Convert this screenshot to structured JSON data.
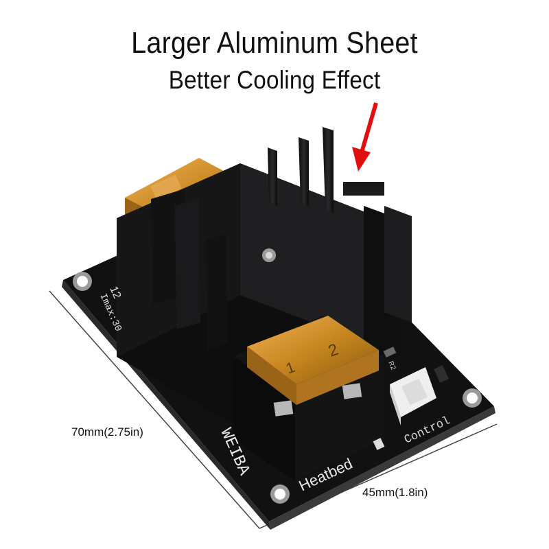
{
  "headline": {
    "line1": "Larger Aluminum Sheet",
    "line2": "Better Cooling Effect"
  },
  "dimensions": {
    "length": "70mm(2.75in)",
    "width": "45mm(1.8in)"
  },
  "board_print": {
    "brand": "WEIBA",
    "heatbed_label": "Heatbed",
    "control_label": "Control",
    "voltage_text": "12",
    "current_text": "Imax:30",
    "fuse_number_1": "1",
    "fuse_number_2": "2",
    "resistor_label": "R2"
  },
  "colors": {
    "arrow": "#e01010",
    "board": "#111111",
    "heatsink": "#1c1c1e",
    "fuse": "#c7861f"
  }
}
